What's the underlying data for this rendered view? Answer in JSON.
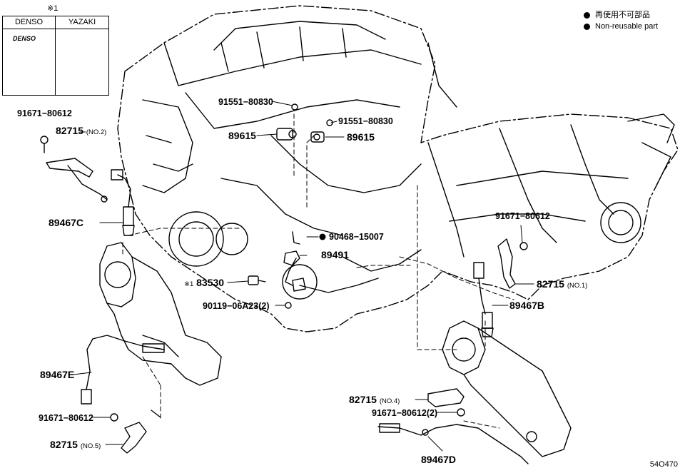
{
  "legend": {
    "items": [
      "再使用不可部品",
      "Non-reusable part"
    ]
  },
  "inset": {
    "note_mark": "※1",
    "columns": [
      "DENSO",
      "YAZAKI"
    ],
    "denso_logo": "DENSO"
  },
  "callouts": {
    "p91671_top": "91671−80612",
    "p82715_no2": "82715",
    "p82715_no2_suffix": "(NO.2)",
    "p89467c": "89467C",
    "p91551_a": "91551−80830",
    "p91551_b": "91551−80830",
    "p89615_a": "89615",
    "p89615_b": "89615",
    "p90468": "90468−15007",
    "p89491": "89491",
    "p83530_mark": "※1",
    "p83530": "83530",
    "p90119": "90119−06A23(2)",
    "p91671_right": "91671−80612",
    "p82715_no1": "82715",
    "p82715_no1_suffix": "(NO.1)",
    "p89467b": "89467B",
    "p89467e": "89467E",
    "p91671_lower": "91671−80612",
    "p82715_no5": "82715",
    "p82715_no5_suffix": "(NO.5)",
    "p82715_no4": "82715",
    "p82715_no4_suffix": "(NO.4)",
    "p91671_no4": "91671−80612(2)",
    "p89467d": "89467D"
  },
  "figure_code": "54O470"
}
